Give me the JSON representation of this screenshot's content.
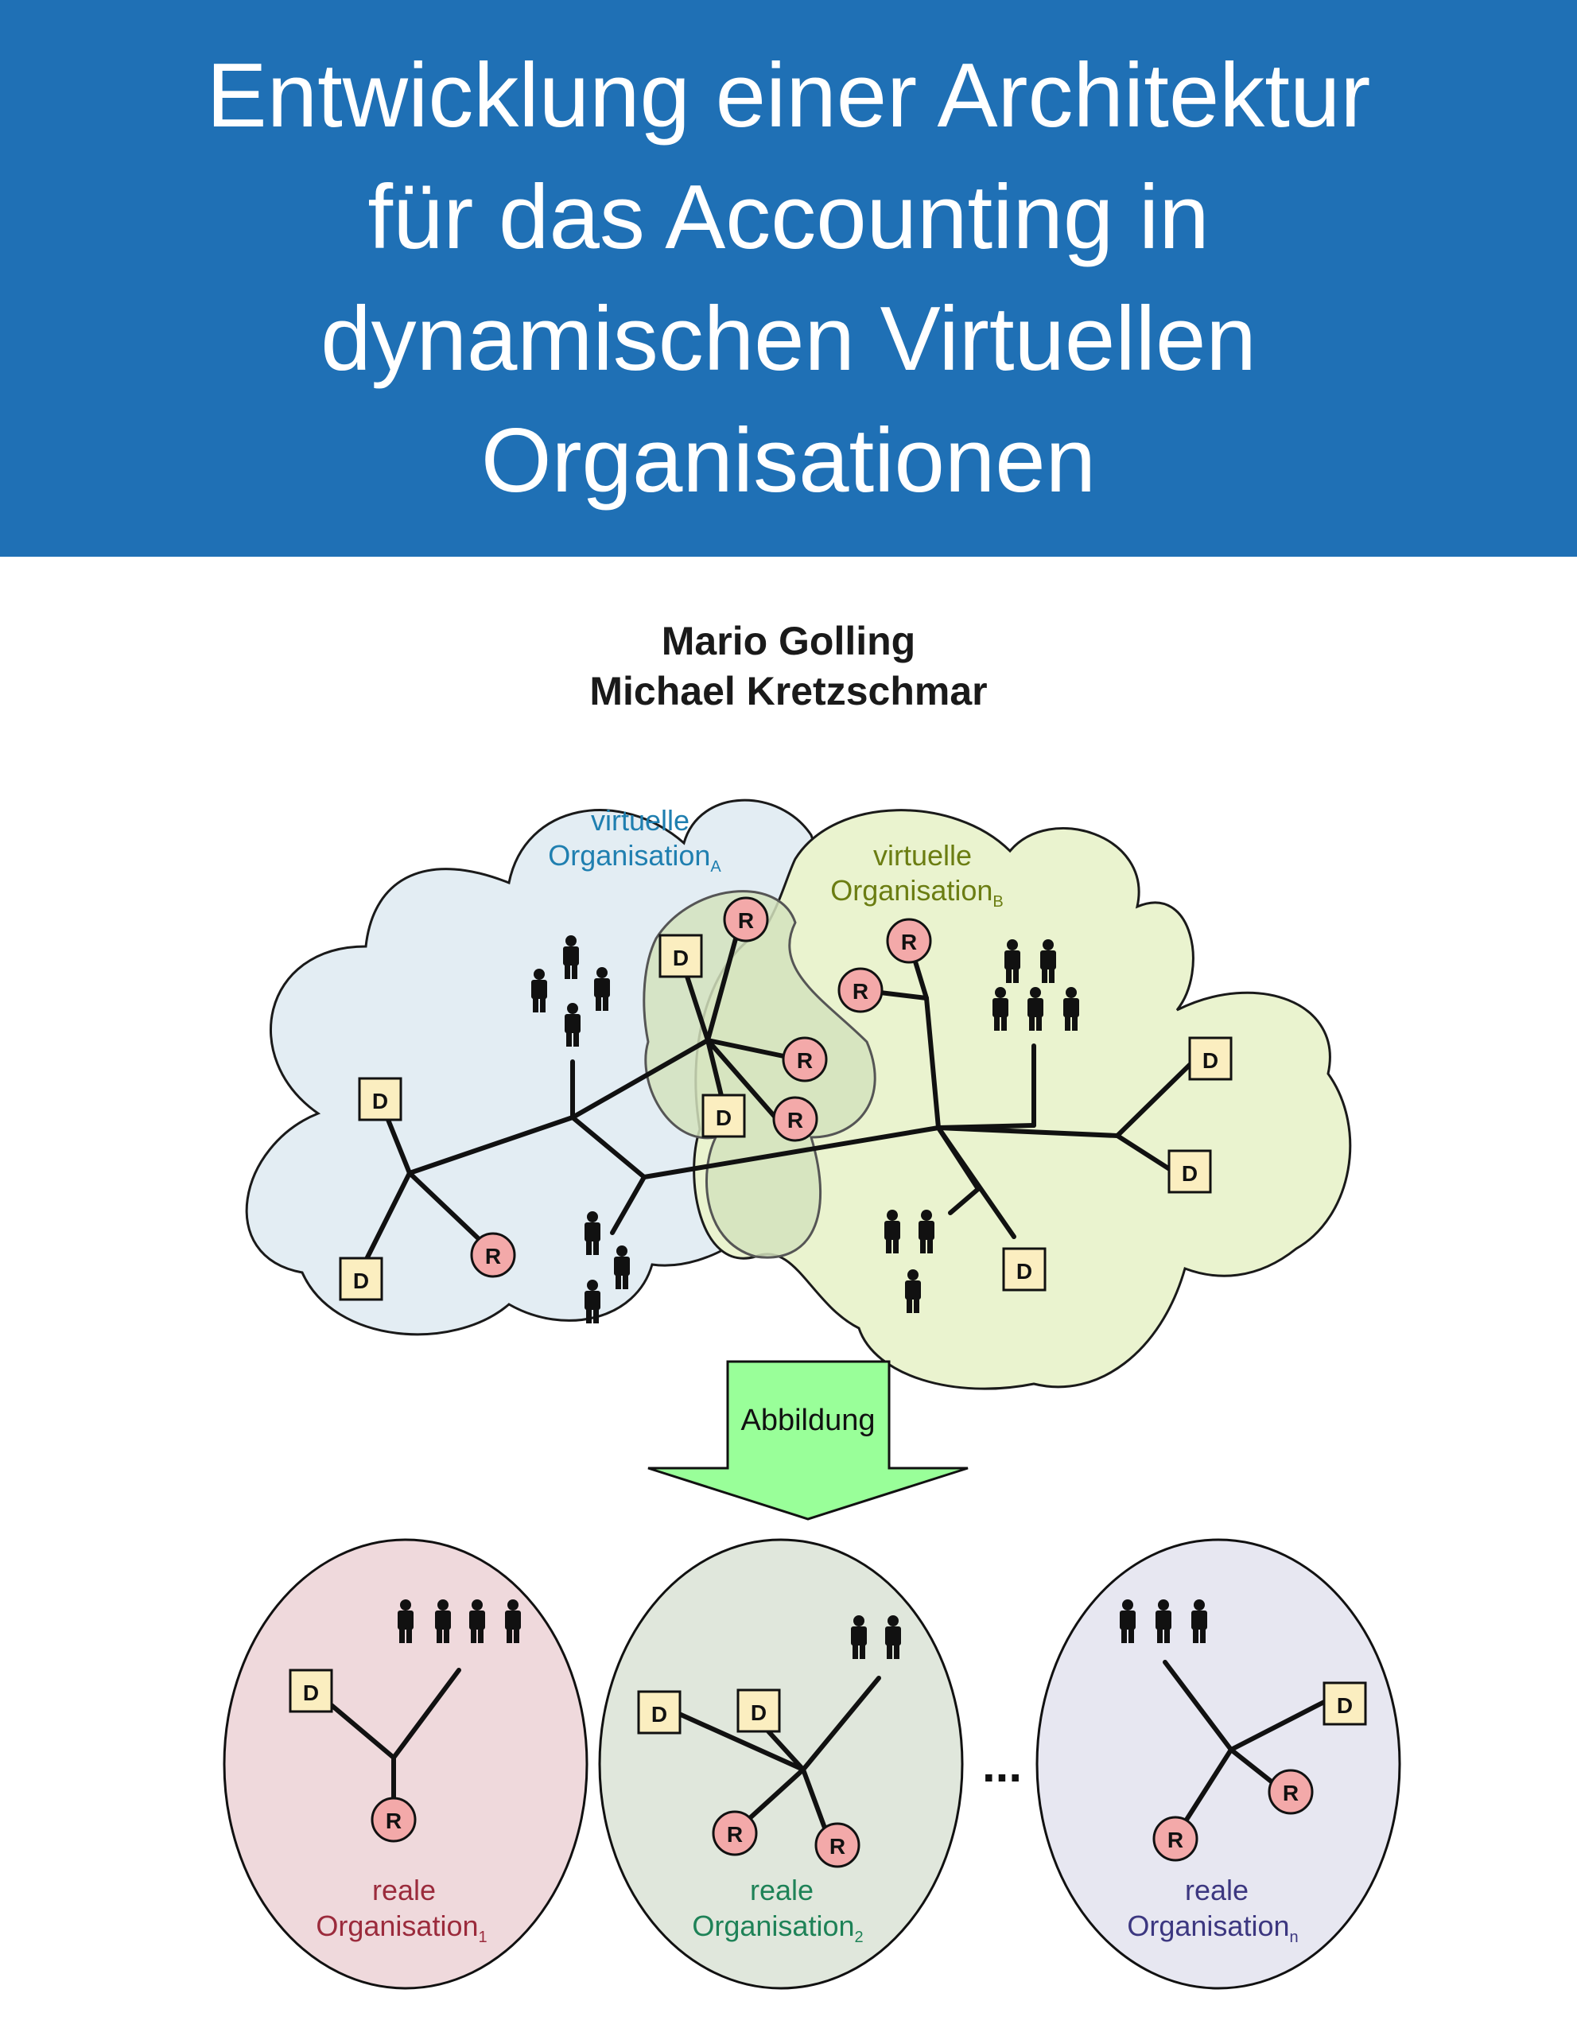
{
  "book": {
    "title_lines": [
      "Entwicklung einer Architektur",
      "für das Accounting in",
      "dynamischen Virtuellen",
      "Organisationen"
    ],
    "authors": [
      "Mario Golling",
      "Michael Kretzschmar"
    ]
  },
  "diagram": {
    "cloud_a": {
      "line1": "virtuelle",
      "line2": "Organisation",
      "sub": "A"
    },
    "cloud_b": {
      "line1": "virtuelle",
      "line2": "Organisation",
      "sub": "B"
    },
    "arrow_label": "Abbildung",
    "ellipsis": "...",
    "orgs": [
      {
        "line1": "reale",
        "line2": "Organisation",
        "sub": "1"
      },
      {
        "line1": "reale",
        "line2": "Organisation",
        "sub": "2"
      },
      {
        "line1": "reale",
        "line2": "Organisation",
        "sub": "n"
      }
    ],
    "node_labels": {
      "data": "D",
      "resource": "R"
    }
  },
  "colors": {
    "header_bg": "#1f70b5",
    "cloud_a_fill": "#e3edf3",
    "cloud_b_fill": "#eaf3cf",
    "overlap_fill": "#d3e2bd",
    "data_box": "#fbeec0",
    "resource_circle": "#f3a9a9",
    "arrow_fill": "#99ff99",
    "org1_fill": "#efd9dc",
    "org2_fill": "#e0e7dc",
    "orgn_fill": "#e7e7f1",
    "text_a": "#1f7fb0",
    "text_b": "#6b7d12",
    "text_org1": "#9b2b3c",
    "text_org2": "#1e8257",
    "text_orgn": "#3c3780"
  }
}
